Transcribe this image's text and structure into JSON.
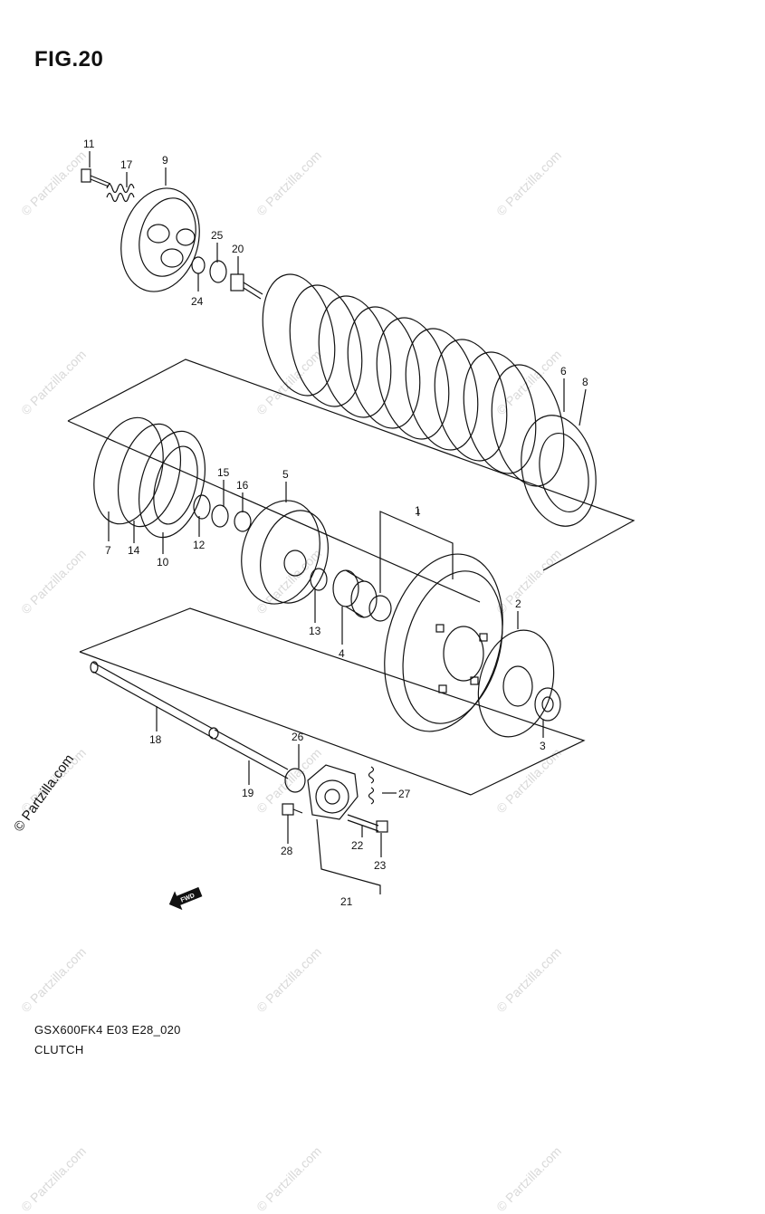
{
  "figure": {
    "title": "FIG.20"
  },
  "footer": {
    "model_code": "GSX600FK4 E03 E28_020",
    "section_name": "CLUTCH"
  },
  "watermark": {
    "text": "© Partzilla.com",
    "color": "#d9d9d9"
  },
  "side_watermark": {
    "text": "© Partzilla.com"
  },
  "fwd_label": "FWD",
  "callouts": [
    "1",
    "2",
    "3",
    "4",
    "5",
    "6",
    "7",
    "8",
    "9",
    "10",
    "11",
    "12",
    "13",
    "14",
    "15",
    "16",
    "17",
    "18",
    "19",
    "20",
    "21",
    "22",
    "23",
    "24",
    "25",
    "26",
    "27",
    "28"
  ]
}
